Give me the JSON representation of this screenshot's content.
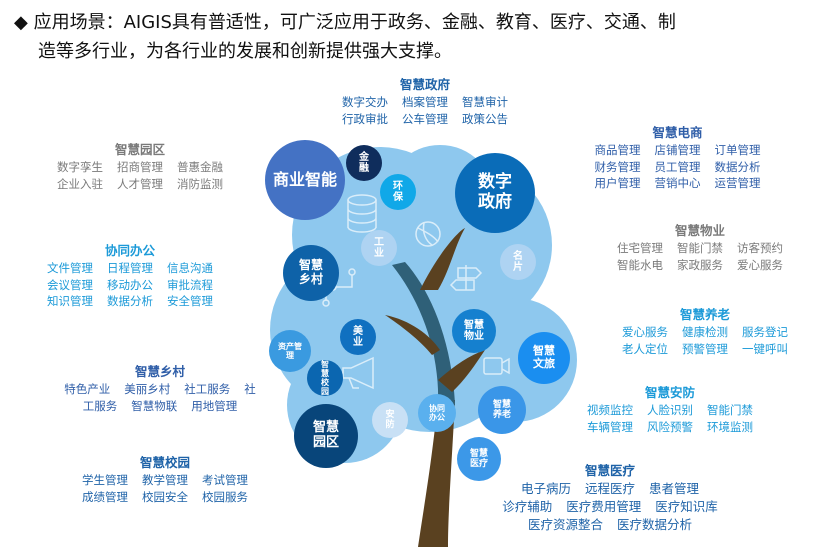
{
  "headline": {
    "bullet": "◆",
    "line1": "应用场景：AIGIS具有普适性，可广泛应用于政务、金融、教育、医疗、交通、制",
    "line2": "造等多行业，为各行业的发展和创新提供强大支撑。"
  },
  "groups": {
    "gov": {
      "title": "智慧政府",
      "rows": [
        [
          "数字交办",
          "档案管理",
          "智慧审计"
        ],
        [
          "行政审批",
          "公车管理",
          "政策公告"
        ]
      ]
    },
    "park": {
      "title": "智慧园区",
      "rows": [
        [
          "数字孪生",
          "招商管理",
          "普惠金融"
        ],
        [
          "企业入驻",
          "人才管理",
          "消防监测"
        ]
      ]
    },
    "office": {
      "title": "协同办公",
      "rows": [
        [
          "文件管理",
          "日程管理",
          "信息沟通"
        ],
        [
          "会议管理",
          "移动办公",
          "审批流程"
        ],
        [
          "知识管理",
          "数据分析",
          "安全管理"
        ]
      ]
    },
    "village": {
      "title": "智慧乡村",
      "rows": [
        [
          "特色产业",
          "美丽乡村",
          "社工服务",
          "社"
        ],
        [
          "工服务",
          "智慧物联",
          "用地管理"
        ]
      ]
    },
    "campus": {
      "title": "智慧校园",
      "rows": [
        [
          "学生管理",
          "教学管理",
          "考试管理"
        ],
        [
          "成绩管理",
          "校园安全",
          "校园服务"
        ]
      ]
    },
    "ecom": {
      "title": "智慧电商",
      "rows": [
        [
          "商品管理",
          "店铺管理",
          "订单管理"
        ],
        [
          "财务管理",
          "员工管理",
          "数据分析"
        ],
        [
          "用户管理",
          "营销中心",
          "运营管理"
        ]
      ]
    },
    "property": {
      "title": "智慧物业",
      "rows": [
        [
          "住宅管理",
          "智能门禁",
          "访客预约"
        ],
        [
          "智能水电",
          "家政服务",
          "爱心服务"
        ]
      ]
    },
    "elder": {
      "title": "智慧养老",
      "rows": [
        [
          "爱心服务",
          "健康检测",
          "服务登记"
        ],
        [
          "老人定位",
          "预警管理",
          "一键呼叫"
        ]
      ]
    },
    "security": {
      "title": "智慧安防",
      "rows": [
        [
          "视频监控",
          "人脸识别",
          "智能门禁"
        ],
        [
          "车辆管理",
          "风险预警",
          "环境监测"
        ]
      ]
    },
    "medical": {
      "title": "智慧医疗",
      "rows": [
        [
          "电子病历",
          "远程医疗",
          "患者管理"
        ],
        [
          "诊疗辅助",
          "医疗费用管理",
          "医疗知识库"
        ],
        [
          "医疗资源整合",
          "医疗数据分析"
        ]
      ]
    }
  },
  "bubbles": {
    "bi": "商业智能",
    "finance": "金融",
    "env": "环保",
    "digigov": "数字政府",
    "industry": "工业",
    "card": "名片",
    "village": "智慧乡村",
    "property": "智慧物业",
    "beauty": "美业",
    "asset": "资产管理",
    "tour": "智慧文旅",
    "campus": "智慧校园",
    "security": "安防",
    "office": "协同办公",
    "elder": "智慧养老",
    "park": "智慧园区",
    "medical": "智慧医疗"
  }
}
